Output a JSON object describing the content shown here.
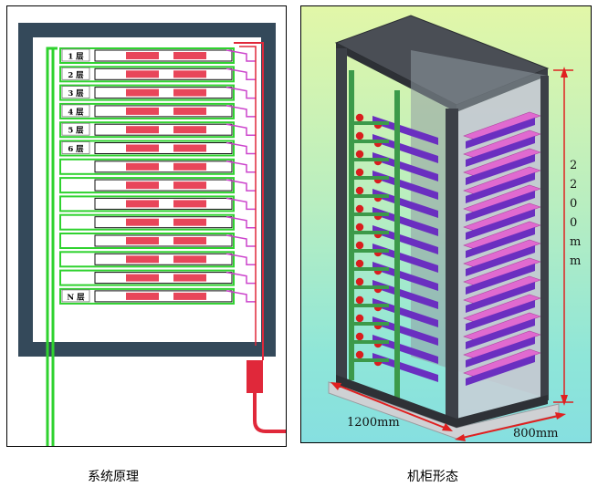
{
  "left_diagram": {
    "caption": "系统原理",
    "layer_labels": [
      "1 层",
      "2 层",
      "3 层",
      "4 层",
      "5 层",
      "6 层",
      "N 层"
    ],
    "colors": {
      "frame": "#34495a",
      "pipe_green": "#2fd22f",
      "tray_red": "#e8465a",
      "manifold": "#e0283a",
      "branch_magenta": "#cc44cc"
    }
  },
  "right_diagram": {
    "caption": "机柜形态",
    "dimensions": {
      "width": "1200mm",
      "depth": "800mm",
      "height_chars": [
        "2",
        "2",
        "0",
        "0",
        "m",
        "m"
      ]
    },
    "colors": {
      "cabinet": "#3c4047",
      "rail_green": "#3c9a4a",
      "server_purple": "#6a2fc0",
      "tray_pink": "#e06ad0",
      "dim_red": "#e02020"
    }
  }
}
